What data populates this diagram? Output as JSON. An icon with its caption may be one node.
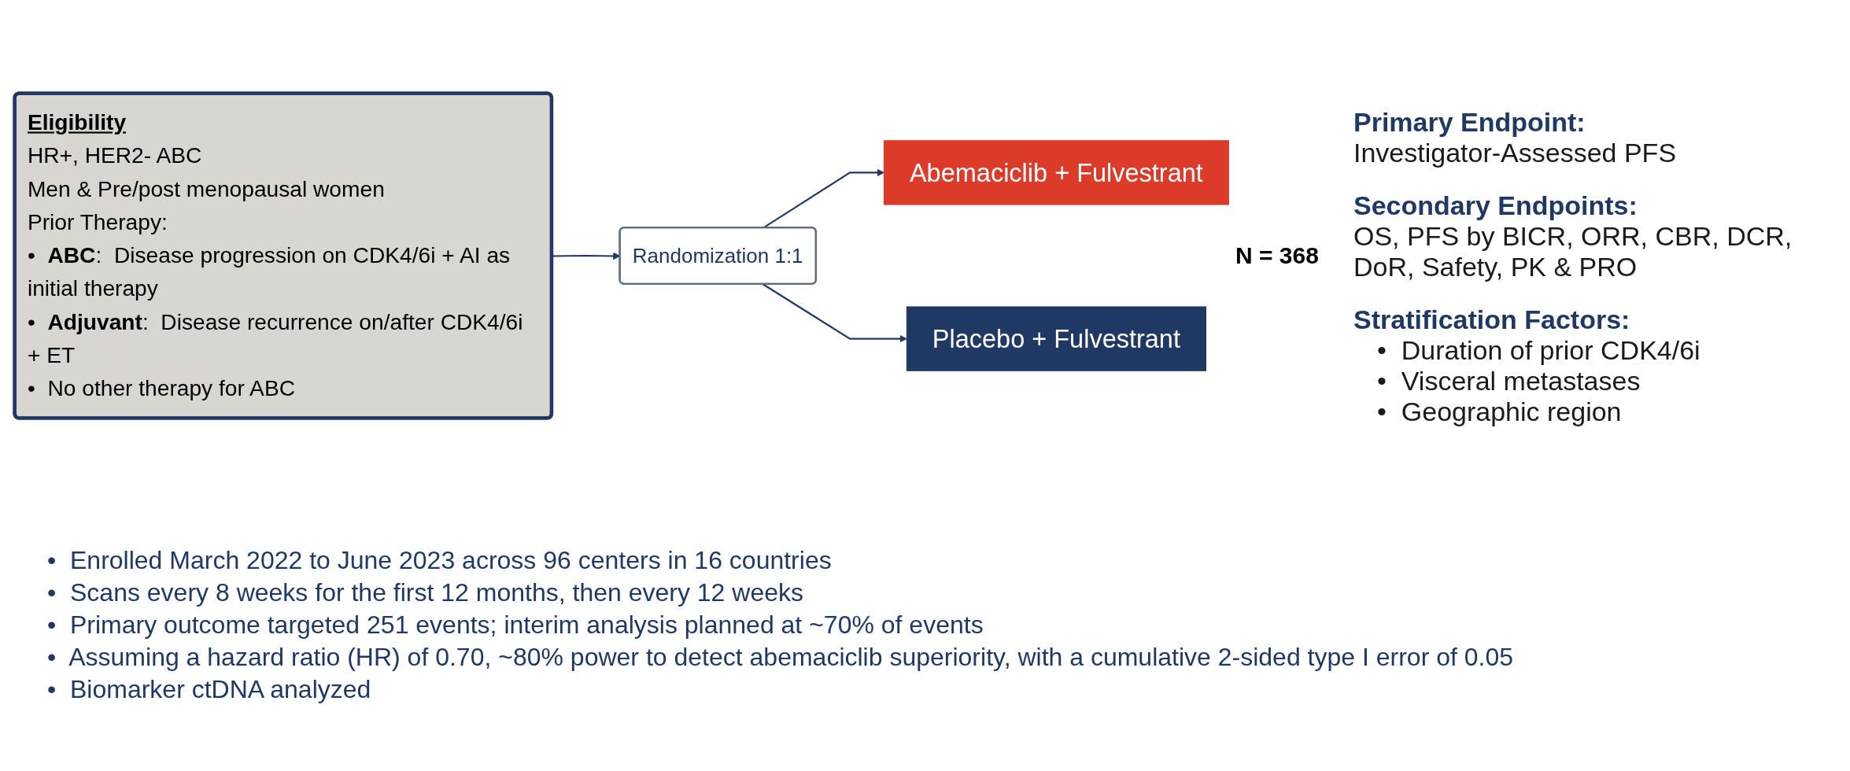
{
  "diagram": {
    "nodes": [
      {
        "text": [
          "Eligibility",
          "HR+, HER2- ABC",
          "Men & Pre/post menopausal women",
          "Prior Therapy:",
          "•  **ABC**:  Disease progression on CDK4/6i + AI as initial therapy",
          "•  **Adjuvant**:  Disease recurrence on/after CDK4/6i + ET",
          "•  No other therapy for ABC"
        ]
      },
      {
        "text": [
          "Randomization 1:1"
        ]
      },
      {
        "text": [
          "Abemaciclib + Fulvestrant"
        ]
      },
      {
        "text": [
          "Placebo + Fulvestrant"
        ]
      }
    ],
    "edges": [
      {
        "from": 0,
        "to": 1,
        "arrow": "to"
      },
      {
        "from": 1,
        "to": 2,
        "arrow": "to"
      },
      {
        "from": 1,
        "to": 3,
        "arrow": "to"
      }
    ],
    "labels": [
      "N = 368",
      "Primary Endpoint:",
      "Investigator-Assessed PFS",
      "Secondary Endpoints:",
      "OS, PFS by BICR, ORR, CBR, DCR, DoR, Safety, PK & PRO",
      "Stratification Factors:",
      "•  Duration of prior CDK4/6i",
      "•  Visceral metastases",
      "•  Geographic region",
      "•  Enrolled March 2022 to June 2023 across 96 centers in 16 countries",
      "•  Scans every 8 weeks for the first 12 months, then every 12 weeks",
      "•  Primary outcome targeted 251 events; interim analysis planned at ~70% of events",
      "•  Assuming a hazard ratio (HR) of 0.70, ~80% power to detect abemaciclib superiority, with a cumulative 2-sided type I error of 0.05",
      "•  Biomarker ctDNA analyzed"
    ]
  }
}
